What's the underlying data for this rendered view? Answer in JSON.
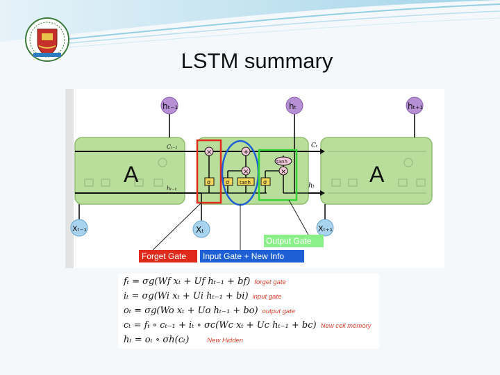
{
  "slide": {
    "title": "LSTM summary"
  },
  "diagram": {
    "cell_label": "A",
    "outputs": [
      "hₜ₋₁",
      "hₜ",
      "hₜ₊₁"
    ],
    "inputs": [
      "Xₜ₋₁",
      "Xₜ",
      "Xₜ₊₁"
    ],
    "cell_state_prev": "Cₜ₋₁",
    "cell_state": "Cₜ",
    "hidden_prev": "hₜ₋₁",
    "hidden": "hₜ",
    "ops": {
      "multiply": "×",
      "add": "+",
      "sigma": "σ",
      "tanh": "tanh"
    },
    "gate_labels": {
      "forget": "Forget Gate",
      "input": "Input Gate + New Info",
      "output": "Output Gate"
    },
    "colors": {
      "cell_fill": "#b9dd9a",
      "forget": "#e02a1c",
      "input": "#1e5fd6",
      "output": "#35d53a",
      "node_fill": "#a8d4ef",
      "layer_fill": "#f2d65a"
    }
  },
  "equations": [
    {
      "math": "fₜ = σg(Wf xₜ + Uf hₜ₋₁ + bf)",
      "note": "forget gate"
    },
    {
      "math": "iₜ = σg(Wi xₜ + Ui hₜ₋₁ + bi)",
      "note": "input gate"
    },
    {
      "math": "oₜ = σg(Wo xₜ + Uo hₜ₋₁ + bo)",
      "note": "output gate"
    },
    {
      "math": "cₜ = fₜ ∘ cₜ₋₁ + iₜ ∘ σc(Wc xₜ + Uc hₜ₋₁ + bc)",
      "note": "New cell memory"
    },
    {
      "math": "hₜ = oₜ ∘ σh(cₜ)",
      "note": "New Hidden"
    }
  ]
}
